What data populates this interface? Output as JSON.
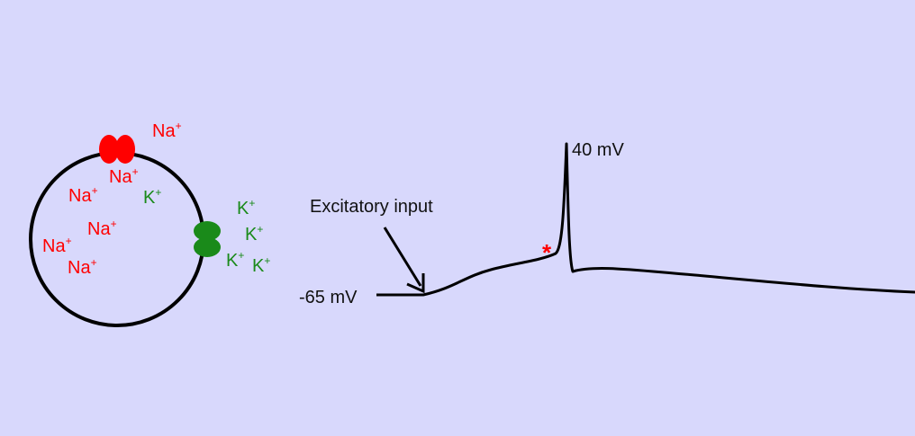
{
  "colors": {
    "background": "#d8d8fc",
    "sodium": "#ff0000",
    "potassium": "#1a8a1a",
    "line": "#000000"
  },
  "cell": {
    "sodium_channel_icon": "red-sodium-channel",
    "potassium_channel_icon": "green-potassium-channel",
    "ions": [
      {
        "id": "na-outside",
        "base": "Na",
        "charge": "+",
        "type": "sodium"
      },
      {
        "id": "na-1",
        "base": "Na",
        "charge": "+",
        "type": "sodium"
      },
      {
        "id": "na-2",
        "base": "Na",
        "charge": "+",
        "type": "sodium"
      },
      {
        "id": "na-3",
        "base": "Na",
        "charge": "+",
        "type": "sodium"
      },
      {
        "id": "na-4",
        "base": "Na",
        "charge": "+",
        "type": "sodium"
      },
      {
        "id": "na-5",
        "base": "Na",
        "charge": "+",
        "type": "sodium"
      },
      {
        "id": "k-inside",
        "base": "K",
        "charge": "+",
        "type": "potassium"
      },
      {
        "id": "k-out-1",
        "base": "K",
        "charge": "+",
        "type": "potassium"
      },
      {
        "id": "k-out-2",
        "base": "K",
        "charge": "+",
        "type": "potassium"
      },
      {
        "id": "k-out-3",
        "base": "K",
        "charge": "+",
        "type": "potassium"
      },
      {
        "id": "k-out-4",
        "base": "K",
        "charge": "+",
        "type": "potassium"
      }
    ]
  },
  "trace": {
    "resting_label": "-65 mV",
    "peak_label": "40 mV",
    "input_label": "Excitatory input",
    "threshold_marker": "*"
  }
}
